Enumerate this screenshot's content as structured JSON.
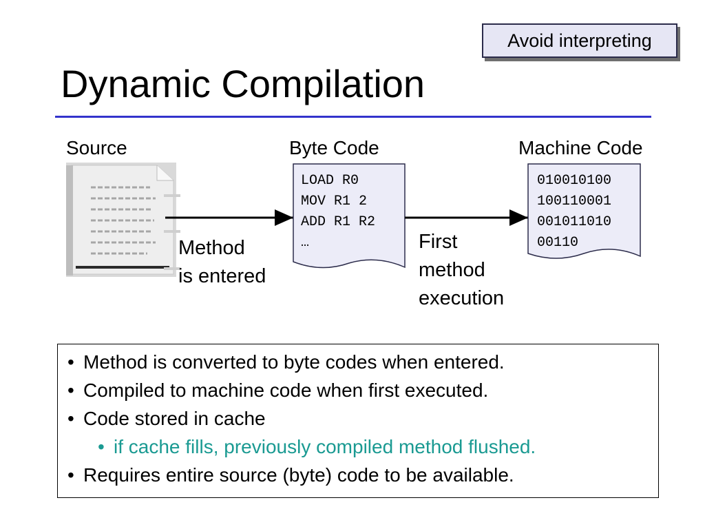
{
  "callout": {
    "text": "Avoid interpreting"
  },
  "title": "Dynamic Compilation",
  "diagram": {
    "source_label": "Source",
    "bytecode_label": "Byte Code",
    "machine_label": "Machine Code",
    "bytecode_lines": [
      "LOAD R0",
      "MOV R1 2",
      "ADD R1 R2",
      "…"
    ],
    "machine_lines": [
      "010010100",
      "100110001",
      "001011010",
      "00110"
    ],
    "arrow1_label_line1": "Method",
    "arrow1_label_line2": "is entered",
    "arrow2_label_line1": "First",
    "arrow2_label_line2": "method",
    "arrow2_label_line3": "execution"
  },
  "bullets": [
    {
      "text": "Method is converted to byte codes when entered."
    },
    {
      "text": "Compiled to machine code when first executed."
    },
    {
      "text": "Code stored in cache"
    },
    {
      "text": "if cache fills, previously compiled method flushed.",
      "sub": true
    },
    {
      "text": "Requires entire source (byte) code to be available."
    }
  ],
  "colors": {
    "title_rule": "#3333cc",
    "sub_bullet": "#1a9a92",
    "callout_bg": "#e6e6f4"
  }
}
